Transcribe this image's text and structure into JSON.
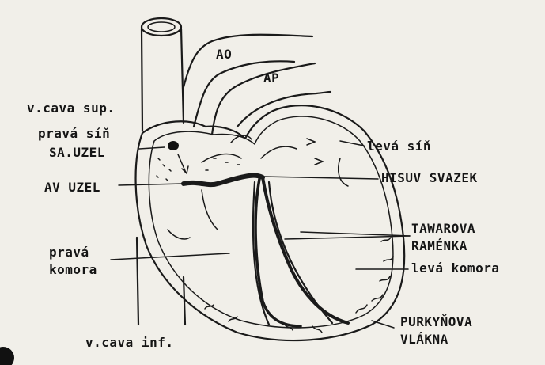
{
  "labels": {
    "ao": "AO",
    "ap": "AP",
    "v_cava_sup": "v.cava sup.",
    "prava_sin": "pravá síň",
    "sa_uzel": "SA.UZEL",
    "av_uzel": "AV UZEL",
    "leva_sin": "levá síň",
    "hisuv_svazek": "HISUV SVAZEK",
    "tawarova_line1": "TAWAROVA",
    "tawarova_line2": "RAMÉNKA",
    "leva_komora": "levá komora",
    "prava_line1": "pravá",
    "prava_line2": "komora",
    "purkynova_line1": "PURKYŇOVA",
    "purkynova_line2": "VLÁKNA",
    "v_cava_inf": "v.cava inf."
  },
  "colors": {
    "paper": "#f1efe9",
    "ink": "#1a1a1a"
  }
}
